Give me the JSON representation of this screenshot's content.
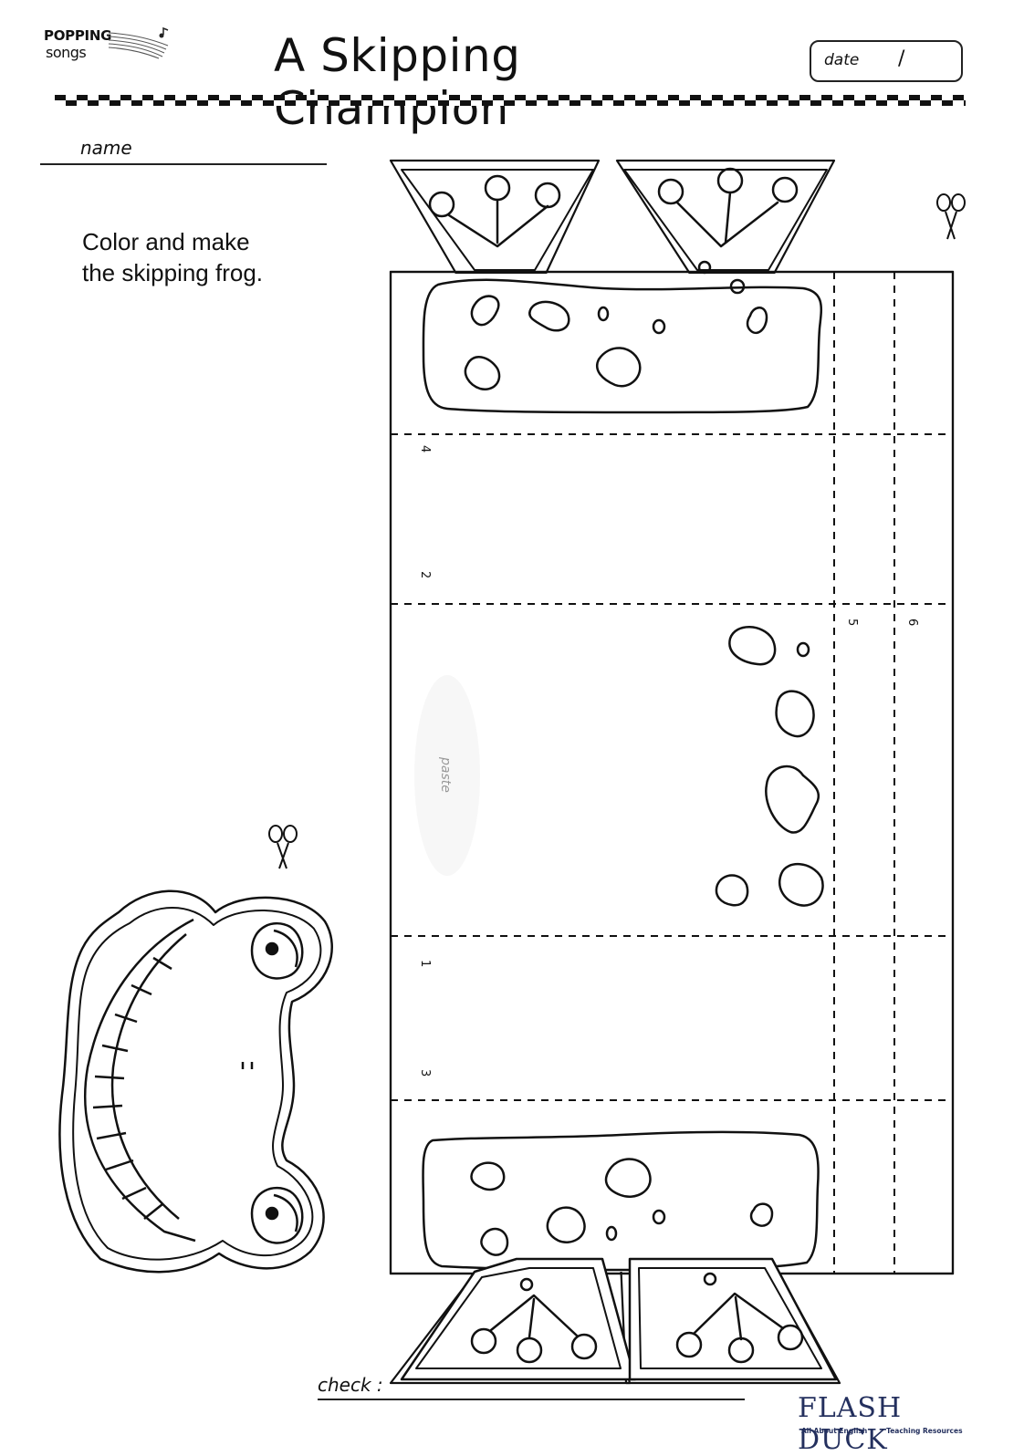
{
  "header": {
    "logo_line1": "POPPING",
    "logo_line2": "songs",
    "title": "A Skipping Champion",
    "date_label": "date",
    "date_separator": "/"
  },
  "student": {
    "name_label": "name",
    "check_label": "check :"
  },
  "instructions": {
    "line1": "Color and make",
    "line2": "the skipping frog."
  },
  "template": {
    "paste_label": "paste",
    "fold_numbers": [
      "4",
      "2",
      "5",
      "6",
      "1",
      "3"
    ]
  },
  "icons": [
    "scissors-icon",
    "scissors-icon"
  ],
  "footer": {
    "brand": "FLASH DUCK",
    "tagline_left": "All About English",
    "tagline_right": "Teaching Resources"
  }
}
